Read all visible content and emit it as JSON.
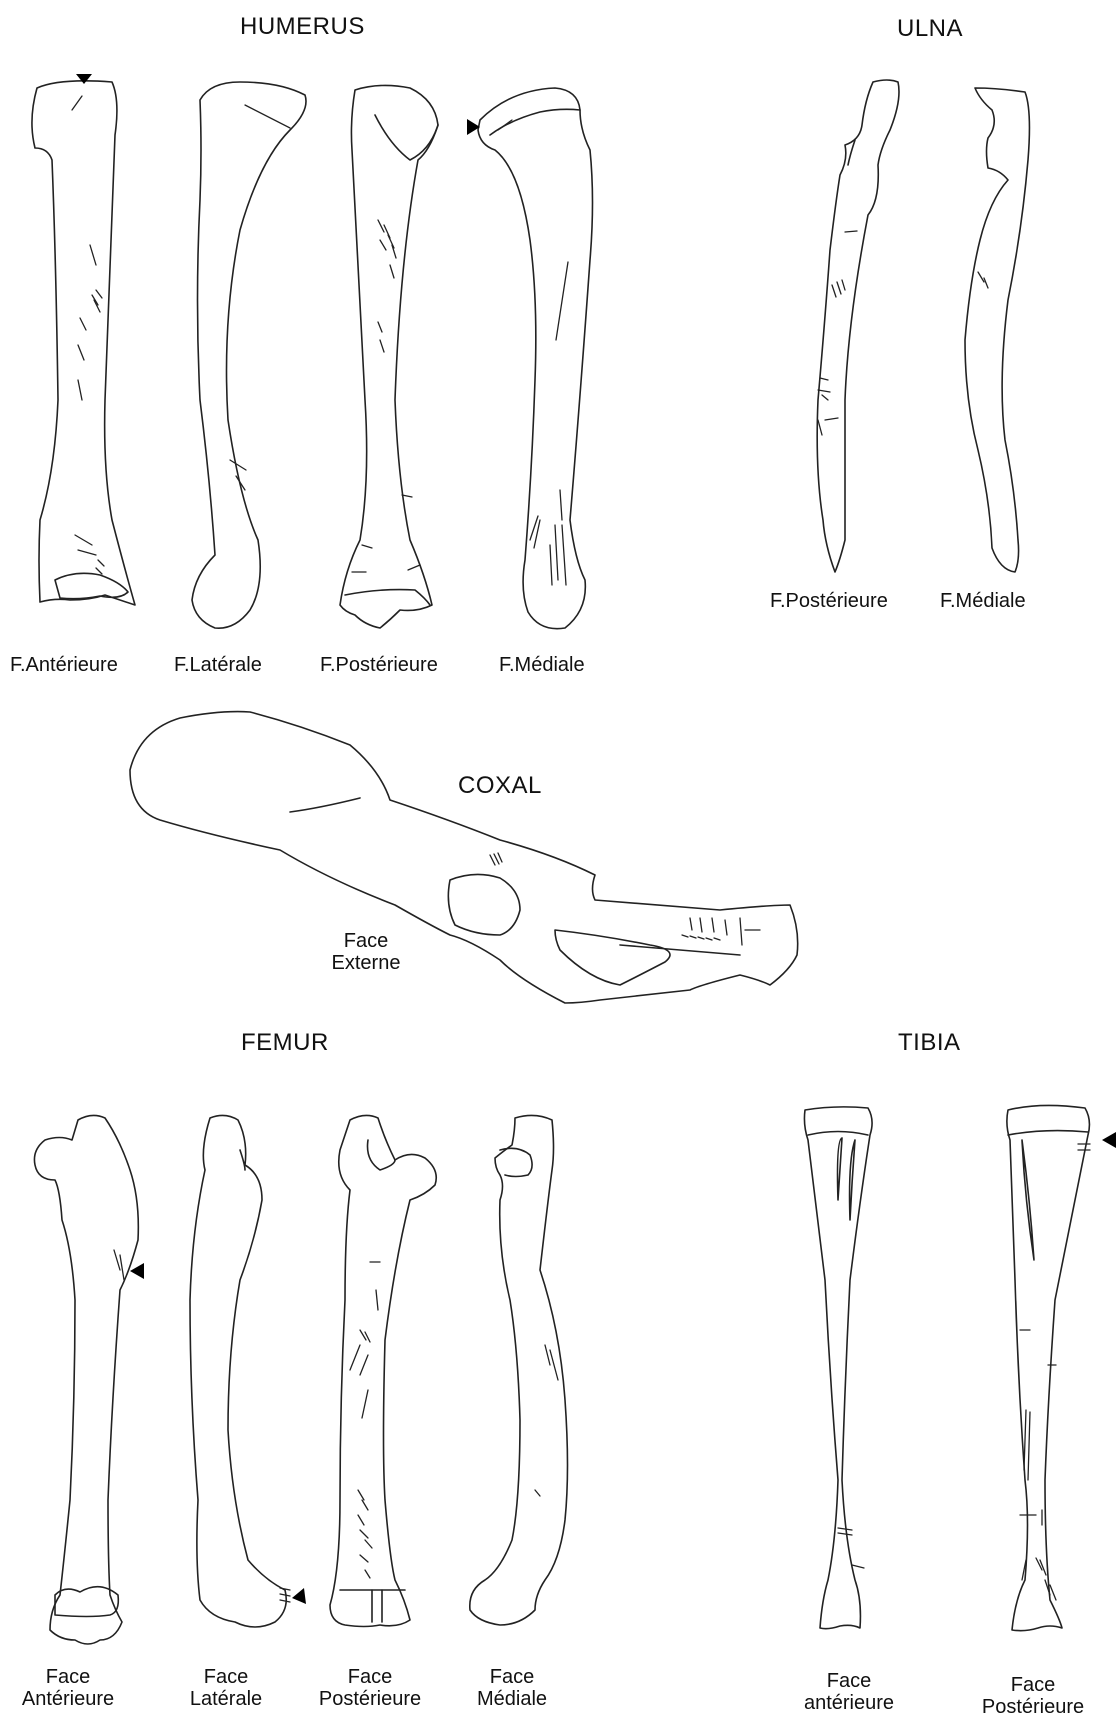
{
  "titles": {
    "humerus": "HUMERUS",
    "ulna": "ULNA",
    "coxal": "COXAL",
    "femur": "FEMUR",
    "tibia": "TIBIA"
  },
  "humerus_views": [
    "F.Antérieure",
    "F.Latérale",
    "F.Postérieure",
    "F.Médiale"
  ],
  "ulna_views": [
    "F.Postérieure",
    "F.Médiale"
  ],
  "coxal_view": [
    "Face",
    "Externe"
  ],
  "femur_views": [
    [
      "Face",
      "Antérieure"
    ],
    [
      "Face",
      "Latérale"
    ],
    [
      "Face",
      "Postérieure"
    ],
    [
      "Face",
      "Médiale"
    ]
  ],
  "tibia_views": [
    [
      "Face",
      "antérieure"
    ],
    [
      "Face",
      "Postérieure"
    ]
  ]
}
